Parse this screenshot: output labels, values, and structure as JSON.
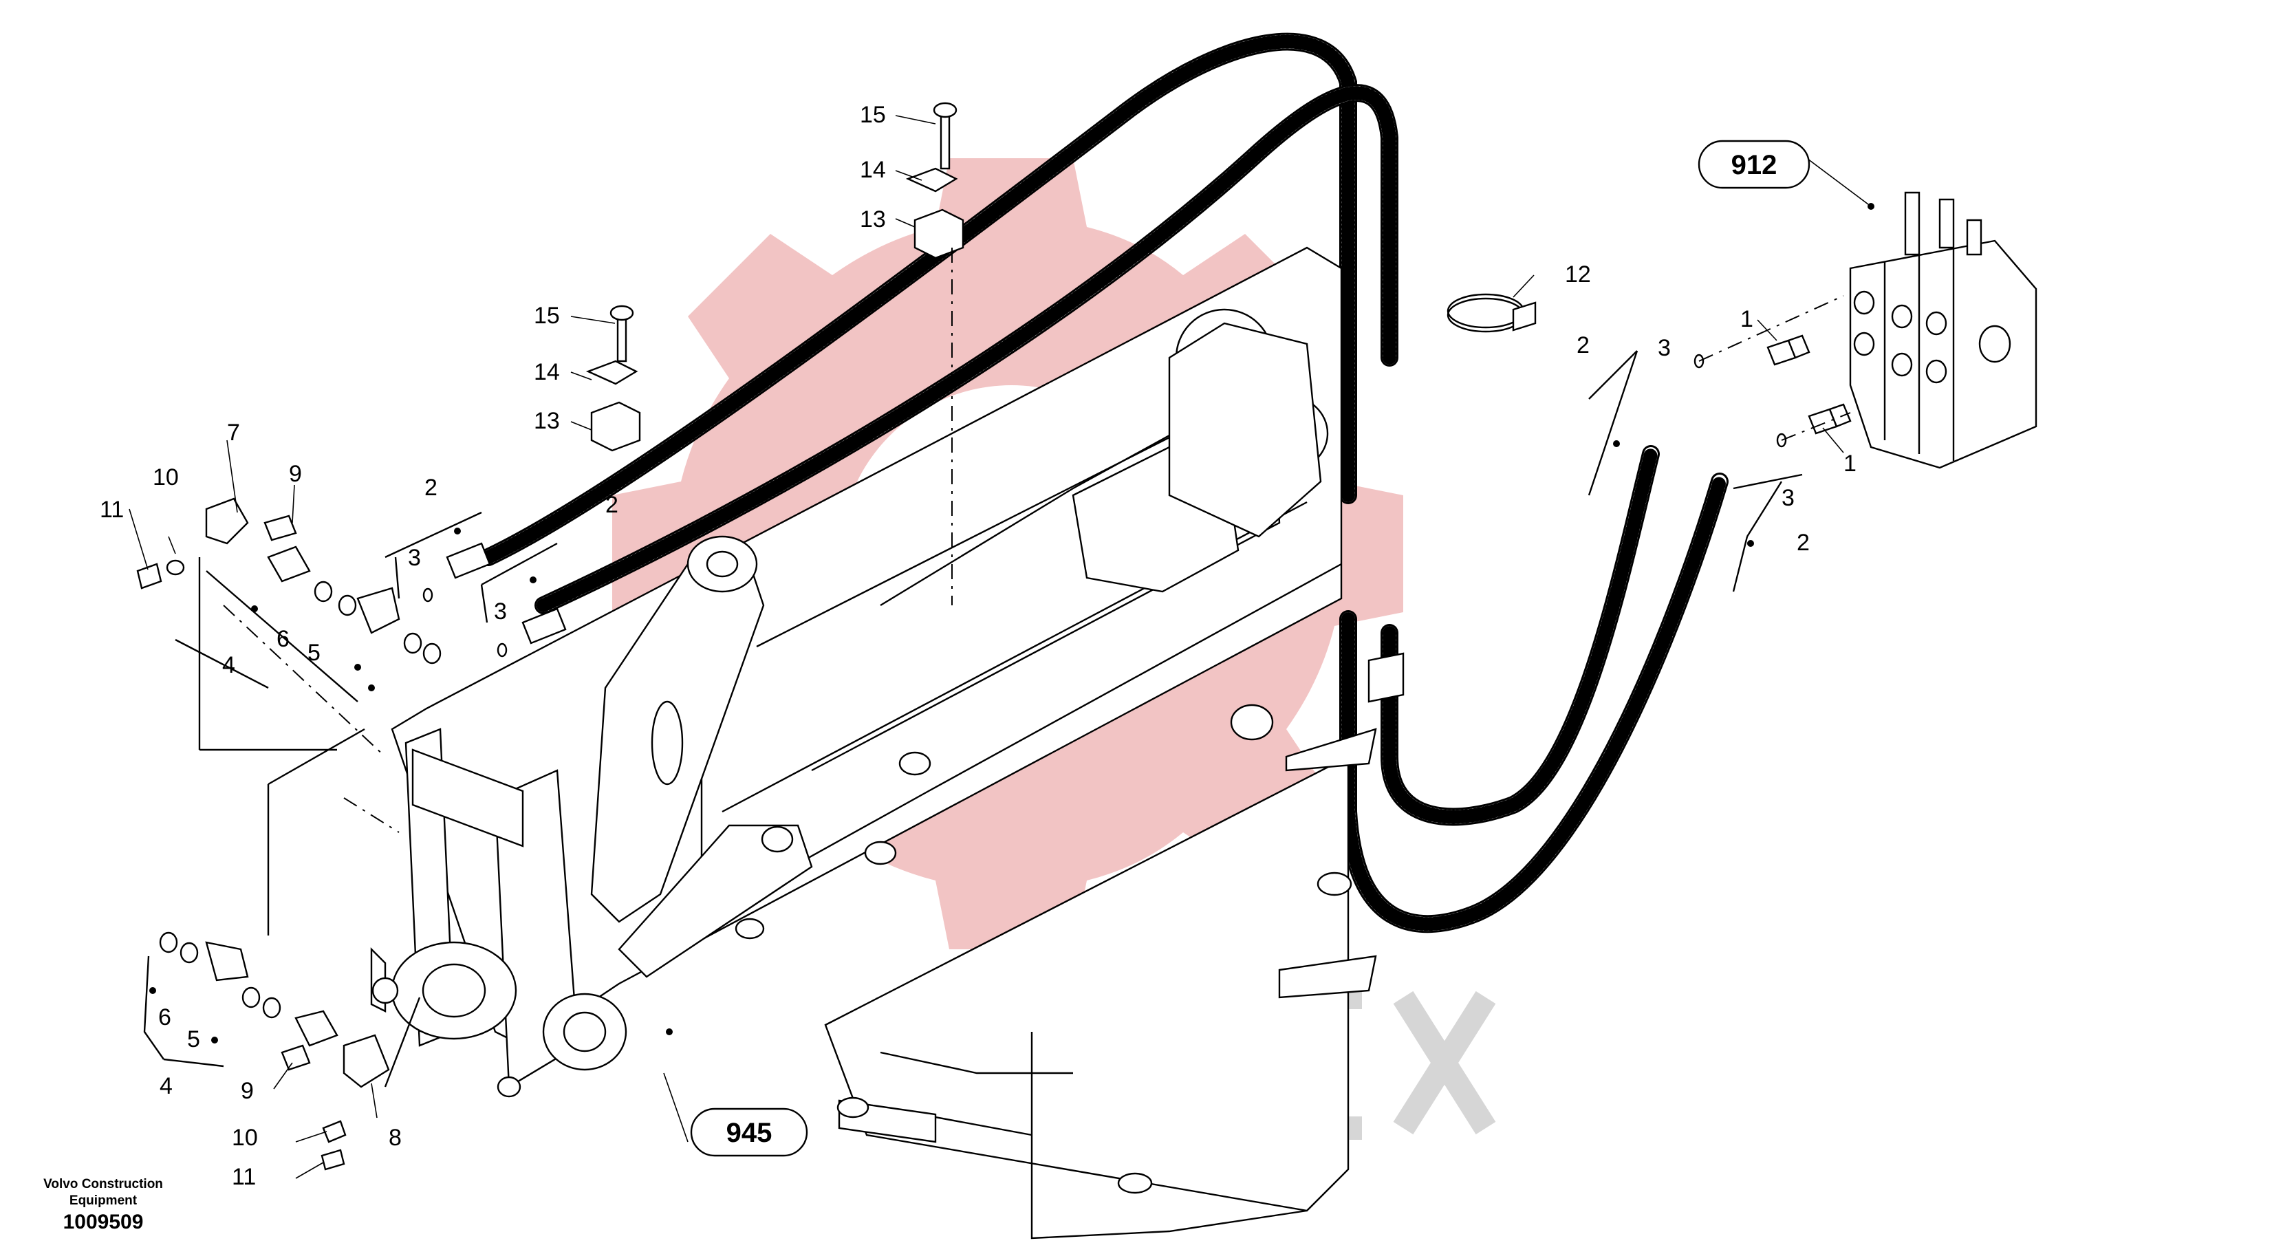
{
  "footer": {
    "company_line1": "Volvo Construction",
    "company_line2": "Equipment",
    "drawing_number": "1009509"
  },
  "references": {
    "valve_group": "912",
    "boom_group": "945"
  },
  "watermark": {
    "text": "ИНТЕХ",
    "gear_color": "#f2c4c4",
    "text_color": "#d6d6d6"
  },
  "callouts": {
    "c1a": "1",
    "c1b": "1",
    "c2a": "2",
    "c2b": "2",
    "c2c": "2",
    "c2d": "2",
    "c3a": "3",
    "c3b": "3",
    "c3c": "3",
    "c3d": "3",
    "c4a": "4",
    "c4b": "4",
    "c5a": "5",
    "c5b": "5",
    "c6a": "6",
    "c6b": "6",
    "c7": "7",
    "c8": "8",
    "c9a": "9",
    "c9b": "9",
    "c10a": "10",
    "c10b": "10",
    "c11a": "11",
    "c11b": "11",
    "c12": "12",
    "c13a": "13",
    "c13b": "13",
    "c14a": "14",
    "c14b": "14",
    "c15a": "15",
    "c15b": "15"
  }
}
